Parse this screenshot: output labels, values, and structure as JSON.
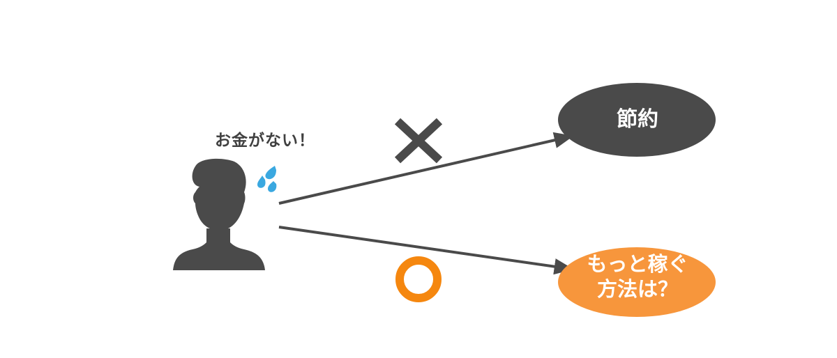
{
  "person": {
    "speech": "お金がない！",
    "sweat_color": "#3aa8e0",
    "icon": "person-silhouette-icon"
  },
  "bad_option": {
    "mark": "×",
    "label": "節約",
    "color": "#4a4a4a"
  },
  "good_option": {
    "mark": "○",
    "label_line1": "もっと稼ぐ",
    "label_line2": "方法は？",
    "color": "#f7963c",
    "mark_color": "#f5870f"
  },
  "colors": {
    "dark": "#4a4a4a",
    "arrow": "#4a4a4a",
    "text": "#404040"
  }
}
